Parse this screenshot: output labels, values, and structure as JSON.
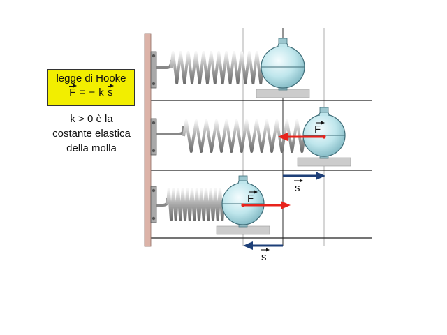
{
  "law": {
    "title": "legge di Hooke",
    "formula_left": "F",
    "formula_middle": " = − k ",
    "formula_right": "s"
  },
  "caption": {
    "line1": "k > 0 è la",
    "line2": "costante elastica",
    "line3": "della molla"
  },
  "labels": {
    "force": "F",
    "displacement": "s"
  },
  "colors": {
    "box": "#f2ee00",
    "wall": "#dcb3a8",
    "force_arrow": "#e8231c",
    "displacement_arrow": "#1d3f78",
    "spring": "#9a9a9a",
    "mass": "#b8e3ea",
    "base": "#cccccc"
  }
}
